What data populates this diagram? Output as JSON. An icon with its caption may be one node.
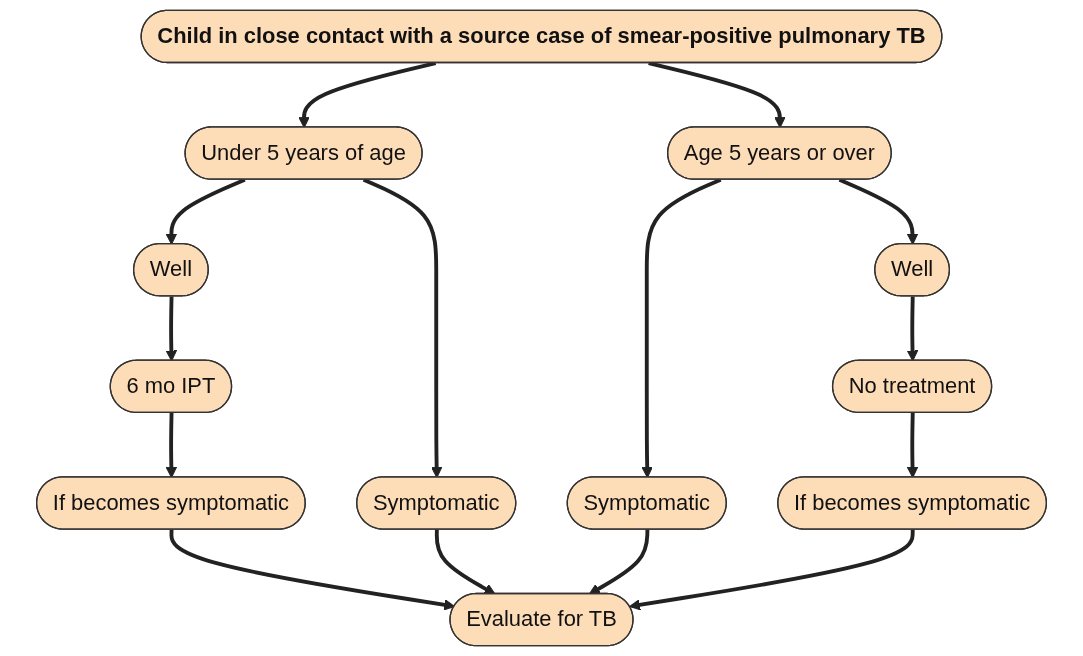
{
  "diagram": {
    "nodes": [
      {
        "text": [
          "Child in close contact with a source case of smear-positive pulmonary TB"
        ]
      },
      {
        "text": [
          "Under 5 years of age"
        ]
      },
      {
        "text": [
          "Age 5 years or over"
        ]
      },
      {
        "text": [
          "Well"
        ]
      },
      {
        "text": [
          "Symptomatic"
        ]
      },
      {
        "text": [
          "Symptomatic"
        ]
      },
      {
        "text": [
          "Well"
        ]
      },
      {
        "text": [
          "6 mo IPT"
        ]
      },
      {
        "text": [
          "Evaluate for TB"
        ]
      },
      {
        "text": [
          "No treatment"
        ]
      },
      {
        "text": [
          "If becomes symptomatic"
        ]
      },
      {
        "text": [
          "If becomes symptomatic"
        ]
      }
    ],
    "edges": [
      {
        "from": 0,
        "to": 1,
        "arrow": "to"
      },
      {
        "from": 0,
        "to": 2,
        "arrow": "to"
      },
      {
        "from": 1,
        "to": 3,
        "arrow": "to"
      },
      {
        "from": 1,
        "to": 4,
        "arrow": "to"
      },
      {
        "from": 2,
        "to": 5,
        "arrow": "to"
      },
      {
        "from": 2,
        "to": 6,
        "arrow": "to"
      },
      {
        "from": 3,
        "to": 7,
        "arrow": "to"
      },
      {
        "from": 4,
        "to": 8,
        "arrow": "to"
      },
      {
        "from": 5,
        "to": 8,
        "arrow": "to"
      },
      {
        "from": 6,
        "to": 9,
        "arrow": "to"
      },
      {
        "from": 7,
        "to": 10,
        "arrow": "to"
      },
      {
        "from": 10,
        "to": 8,
        "arrow": "to"
      },
      {
        "from": 11,
        "to": 8,
        "arrow": "to"
      },
      {
        "from": 9,
        "to": 11,
        "arrow": "to"
      }
    ]
  }
}
